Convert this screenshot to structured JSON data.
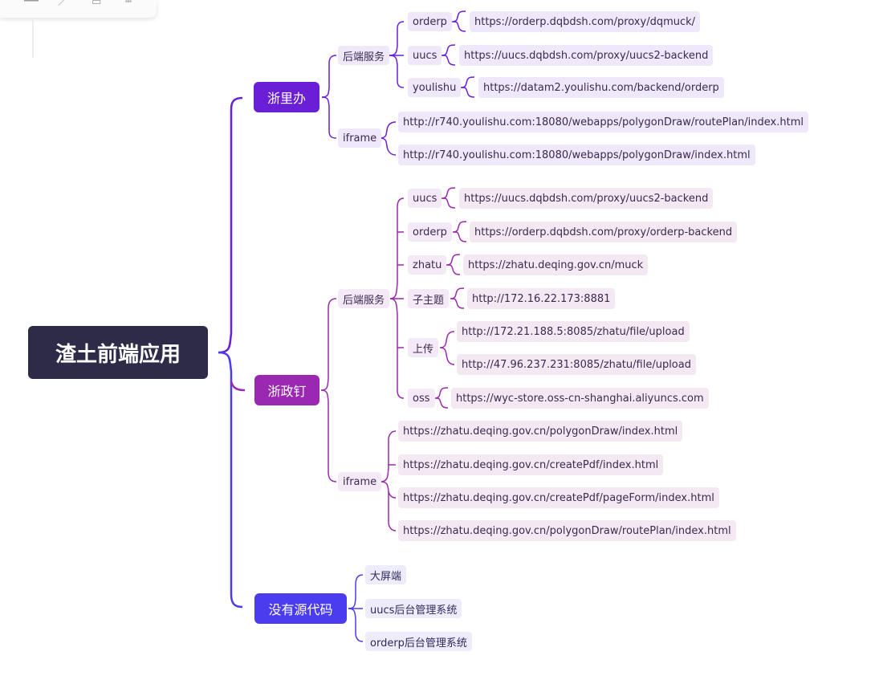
{
  "toolbar": {
    "icons": [
      "layout-icon",
      "pencil-icon",
      "clipboard-icon",
      "select-frame-icon"
    ]
  },
  "colors": {
    "root_bg": "#2d2b47",
    "branch_zheliban": "#6a1ed6",
    "branch_zhezhengding": "#9b28b0",
    "branch_noscode": "#4b3cf0"
  },
  "mindmap": {
    "root": "渣土前端应用",
    "zheliban": {
      "label": "浙里办",
      "backend": {
        "label": "后端服务",
        "orderp": {
          "label": "orderp",
          "url": "https://orderp.dqbdsh.com/proxy/dqmuck/"
        },
        "uucs": {
          "label": "uucs",
          "url": "https://uucs.dqbdsh.com/proxy/uucs2-backend"
        },
        "youlishu": {
          "label": "youlishu",
          "url": "https://datam2.youlishu.com/backend/orderp"
        }
      },
      "iframe": {
        "label": "iframe",
        "urls": [
          "http://r740.youlishu.com:18080/webapps/polygonDraw/routePlan/index.html",
          "http://r740.youlishu.com:18080/webapps/polygonDraw/index.html"
        ]
      }
    },
    "zhezhengding": {
      "label": "浙政钉",
      "backend": {
        "label": "后端服务",
        "uucs": {
          "label": "uucs",
          "url": "https://uucs.dqbdsh.com/proxy/uucs2-backend"
        },
        "orderp": {
          "label": "orderp",
          "url": "https://orderp.dqbdsh.com/proxy/orderp-backend"
        },
        "zhatu": {
          "label": "zhatu",
          "url": "https://zhatu.deqing.gov.cn/muck"
        },
        "zizhuti": {
          "label": "子主题",
          "url": "http://172.16.22.173:8881"
        },
        "upload": {
          "label": "上传",
          "urls": [
            "http://172.21.188.5:8085/zhatu/file/upload",
            "http://47.96.237.231:8085/zhatu/file/upload"
          ]
        },
        "oss": {
          "label": "oss",
          "url": "https://wyc-store.oss-cn-shanghai.aliyuncs.com"
        }
      },
      "iframe": {
        "label": "iframe",
        "urls": [
          "https://zhatu.deqing.gov.cn/polygonDraw/index.html",
          "https://zhatu.deqing.gov.cn/createPdf/index.html",
          "https://zhatu.deqing.gov.cn/createPdf/pageForm/index.html",
          "https://zhatu.deqing.gov.cn/polygonDraw/routePlan/index.html"
        ]
      }
    },
    "nosource": {
      "label": "没有源代码",
      "items": [
        "大屏端",
        "uucs后台管理系统",
        "orderp后台管理系统"
      ]
    }
  }
}
